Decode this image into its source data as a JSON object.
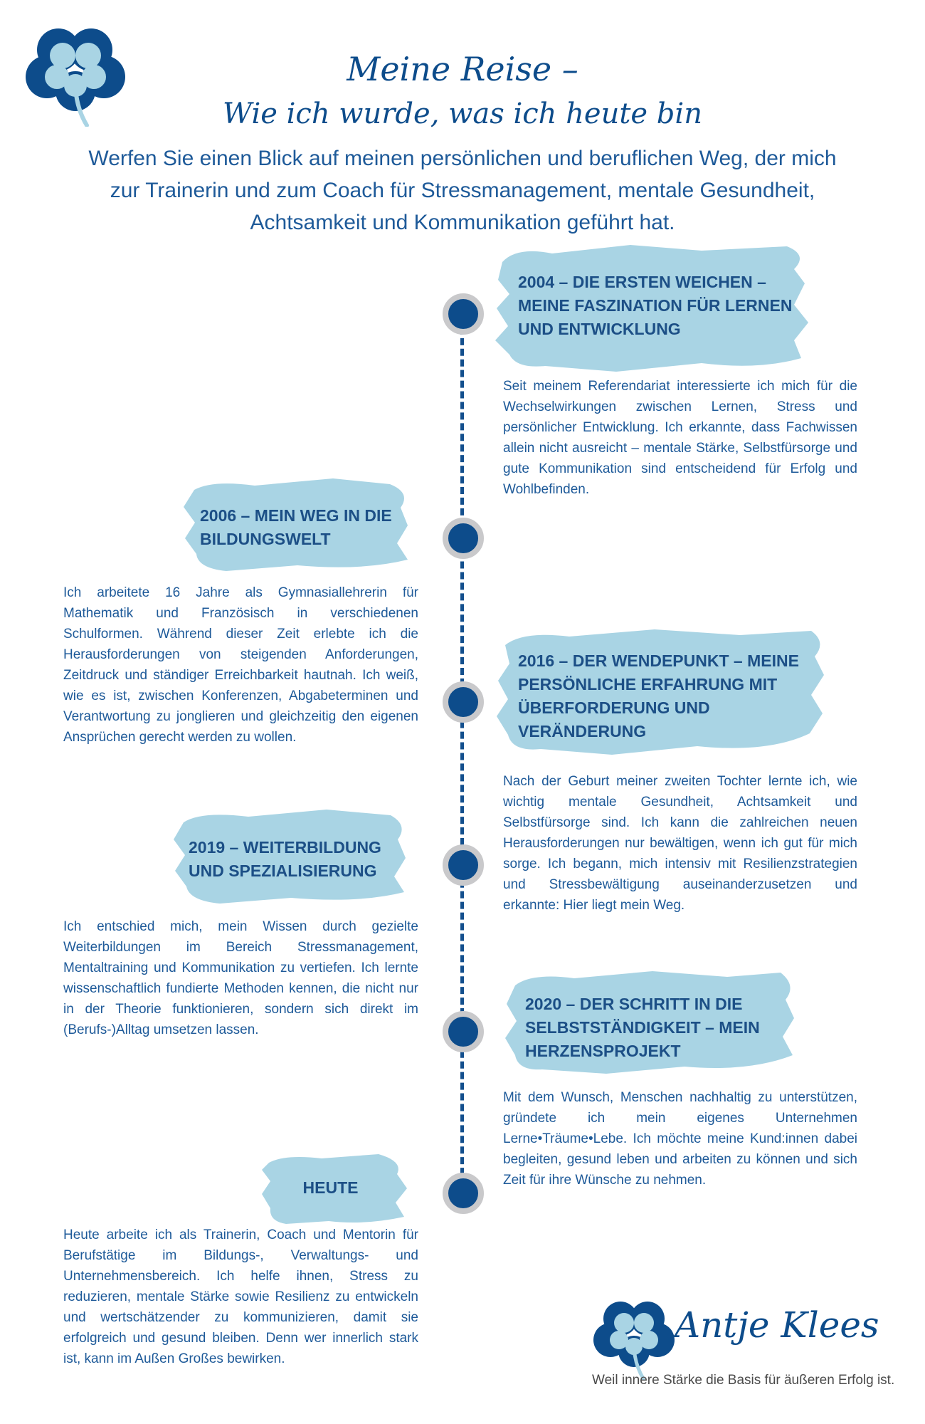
{
  "header": {
    "title_line1": "Meine Reise –",
    "title_line2": "Wie ich wurde, was ich heute bin",
    "intro": "Werfen Sie einen Blick auf meinen persönlichen und beruflichen Weg, der mich zur Trainerin und zum Coach für Stressmanagement, mentale Gesundheit, Achtsamkeit und Kommunikation geführt hat."
  },
  "milestones": [
    {
      "heading": "2004 – Die ersten Weichen – meine Faszination für Lernen und Entwicklung",
      "text": "Seit meinem Referendariat interessierte ich mich für die Wechselwirkungen zwischen Lernen, Stress und persönlicher Entwicklung. Ich erkannte, dass Fachwissen allein nicht ausreicht – mentale Stärke, Selbstfürsorge und gute Kommunikation sind entscheidend für Erfolg und Wohlbefinden."
    },
    {
      "heading": "2006 – Mein Weg in die Bildungswelt",
      "text": "Ich arbeitete 16 Jahre als Gymnasiallehrerin für Mathematik und Französisch in verschiedenen Schulformen. Während dieser Zeit erlebte ich die Herausforderungen von steigenden Anforderungen, Zeitdruck und ständiger Erreichbarkeit hautnah. Ich weiß, wie es ist, zwischen Konferenzen, Abgabeterminen und Verantwortung zu jonglieren und gleichzeitig den eigenen Ansprüchen gerecht werden zu wollen."
    },
    {
      "heading": "2016 – Der Wendepunkt – meine persönliche Erfahrung mit Überforderung und Veränderung",
      "text": "Nach der Geburt meiner zweiten Tochter lernte ich, wie wichtig mentale Gesundheit, Achtsamkeit und Selbstfürsorge sind. Ich kann die zahlreichen neuen Herausforderungen nur bewältigen, wenn ich gut für mich sorge. Ich begann, mich intensiv mit Resilienzstrategien und Stressbewältigung auseinanderzusetzen und erkannte: Hier liegt mein Weg."
    },
    {
      "heading": "2019 – Weiterbildung und Spezialisierung",
      "text": "Ich entschied mich, mein Wissen durch gezielte Weiterbildungen im Bereich Stressmanagement, Mentaltraining und Kommunikation zu vertiefen. Ich lernte wissenschaftlich fundierte Methoden kennen, die nicht nur in der Theorie funktionieren, sondern sich direkt im (Berufs-)Alltag umsetzen lassen."
    },
    {
      "heading": "2020 – Der Schritt in die Selbstständigkeit – mein Herzensprojekt",
      "text": "Mit dem Wunsch, Menschen nachhaltig zu unterstützen, gründete ich mein eigenes Unternehmen Lerne•Träume•Lebe. Ich möchte meine Kund:innen dabei begleiten, gesund leben und arbeiten zu können und sich Zeit für ihre Wünsche zu nehmen."
    },
    {
      "heading": "Heute",
      "text": "Heute arbeite ich als Trainerin, Coach und Mentorin für Berufstätige im Bildungs-, Verwaltungs- und Unternehmensbereich. Ich helfe ihnen, Stress zu reduzieren, mentale Stärke sowie Resilienz zu entwickeln und wertschätzender zu kommunizieren, damit sie erfolgreich und gesund bleiben. Denn wer innerlich stark ist, kann im Außen Großes bewirken."
    }
  ],
  "brand": {
    "name": "Antje Klees",
    "tagline": "Weil innere Stärke die Basis für äußeren Erfolg ist."
  },
  "colors": {
    "navy": "#0d4c8b",
    "brush": "#a9d4e4",
    "dot_ring": "#c9c9cb"
  }
}
